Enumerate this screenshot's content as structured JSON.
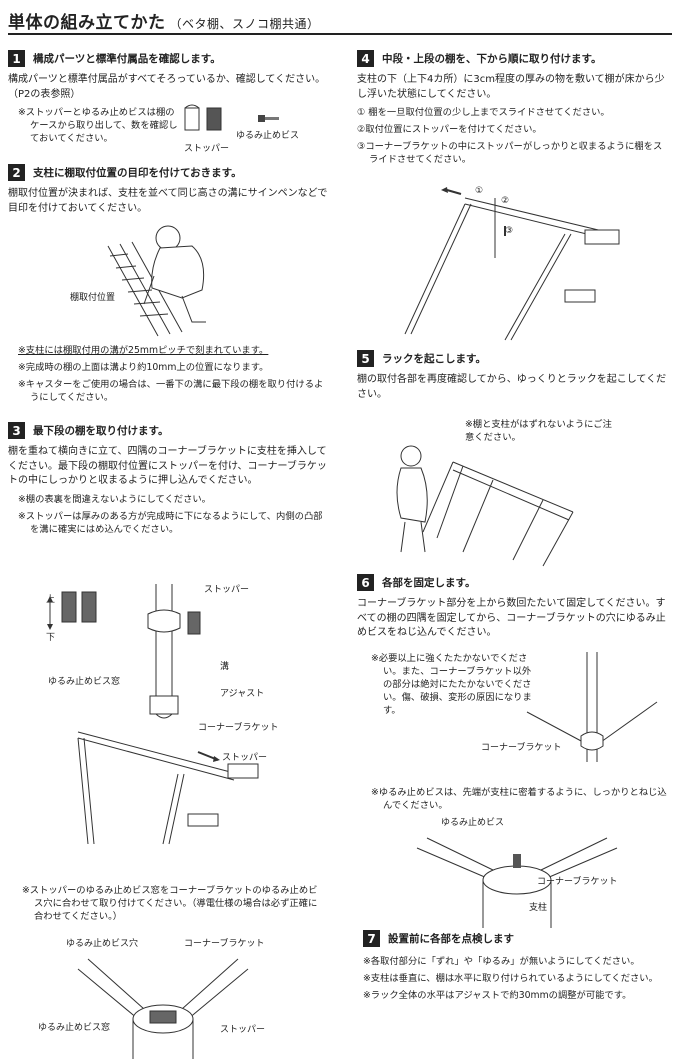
{
  "title": "単体の組み立てかた",
  "title_sub": "（ベタ棚、スノコ棚共通）",
  "s1": {
    "num": "1",
    "head": "構成パーツと標準付属品を確認します。",
    "body": "構成パーツと標準付属品がすべてそろっているか、確認してください。（P2の表参照）",
    "note": "※ストッパーとゆるみ止めビスは棚のケースから取り出して、数を確認しておいてください。",
    "label_stopper": "ストッパー",
    "label_screw": "ゆるみ止めビス"
  },
  "s2": {
    "num": "2",
    "head": "支柱に棚取付位置の目印を付けておきます。",
    "body": "棚取付位置が決まれば、支柱を並べて同じ高さの溝にサインペンなどで目印を付けておいてください。",
    "label": "棚取付位置",
    "notes": [
      "※支柱には棚取付用の溝が25mmピッチで刻まれています。",
      "※完成時の棚の上面は溝より約10mm上の位置になります。",
      "※キャスターをご使用の場合は、一番下の溝に最下段の棚を取り付けるようにしてください。"
    ]
  },
  "s3": {
    "num": "3",
    "head": "最下段の棚を取り付けます。",
    "body": "棚を重ねて横向きに立て、四隅のコーナーブラケットに支柱を挿入してください。最下段の棚取付位置にストッパーを付け、コーナーブラケットの中にしっかりと収まるように押し込んでください。",
    "notes": [
      "※棚の表裏を間違えないようにしてください。",
      "※ストッパーは厚みのある方が完成時に下になるようにして、内側の凸部を溝に確実にはめ込んでください。"
    ],
    "label_up": "上",
    "label_down": "下",
    "label_stopper": "ストッパー",
    "label_groove": "溝",
    "label_window": "ゆるみ止めビス窓",
    "label_adjust": "アジャスト",
    "label_bracket": "コーナーブラケット",
    "label_stopper2": "ストッパー",
    "note_bottom": "※ストッパーのゆるみ止めビス窓をコーナーブラケットのゆるみ止めビス穴に合わせて取り付けてください。（導電仕様の場合は必ず正確に合わせてください。）",
    "label_hole": "ゆるみ止めビス穴",
    "label_bracket2": "コーナーブラケット",
    "label_window2": "ゆるみ止めビス窓",
    "label_stopper3": "ストッパー"
  },
  "s4": {
    "num": "4",
    "head": "中段・上段の棚を、下から順に取り付けます。",
    "body": "支柱の下（上下4カ所）に3cm程度の厚みの物を敷いて棚が床から少し浮いた状態にしてください。",
    "steps": [
      "① 棚を一旦取付位置の少し上までスライドさせてください。",
      "②取付位置にストッパーを付けてください。",
      "③コーナーブラケットの中にストッパーがしっかりと収まるように棚をスライドさせてください。"
    ],
    "m1": "①",
    "m2": "②",
    "m3": "③"
  },
  "s5": {
    "num": "5",
    "head": "ラックを起こします。",
    "body": "棚の取付各部を再度確認してから、ゆっくりとラックを起こしてください。",
    "note": "※棚と支柱がはずれないようにご注意ください。"
  },
  "s6": {
    "num": "6",
    "head": "各部を固定します。",
    "body": "コーナーブラケット部分を上から数回たたいて固定してください。すべての棚の四隅を固定してから、コーナーブラケットの穴にゆるみ止めビスをねじ込んでください。",
    "note1": "※必要以上に強くたたかないでください。また、コーナーブラケット以外の部分は絶対にたたかないでください。傷、破損、変形の原因になります。",
    "label_bracket": "コーナーブラケット",
    "note2": "※ゆるみ止めビスは、先端が支柱に密着するように、しっかりとねじ込んでください。",
    "label_screw": "ゆるみ止めビス",
    "label_bracket2": "コーナーブラケット",
    "label_post": "支柱"
  },
  "s7": {
    "num": "7",
    "head": "設置前に各部を点検します",
    "notes": [
      "※各取付部分に「ずれ」や「ゆるみ」が無いようにしてください。",
      "※支柱は垂直に、棚は水平に取り付けられているようにしてください。",
      "※ラック全体の水平はアジャストで約30mmの調整が可能です。"
    ]
  }
}
